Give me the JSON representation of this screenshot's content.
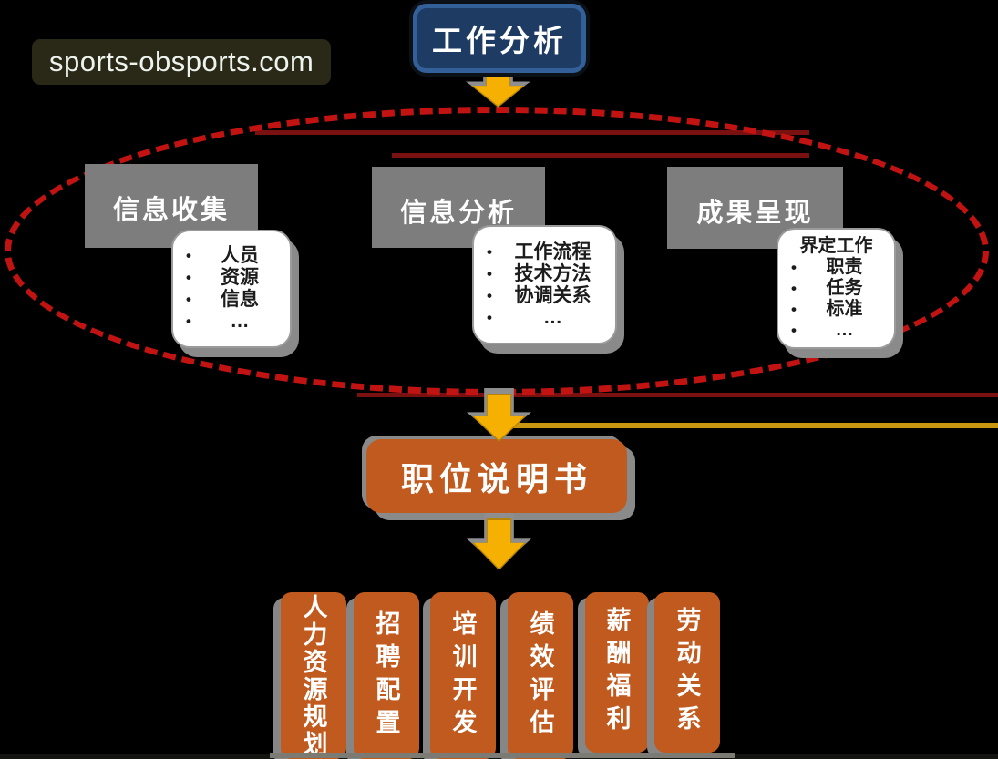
{
  "watermark": {
    "text": "sports-obsports.com"
  },
  "title_box": {
    "label": "工作分析"
  },
  "process_groups": [
    {
      "label": "信息收集",
      "items": [
        "人员",
        "资源",
        "信息",
        "…"
      ]
    },
    {
      "label": "信息分析",
      "items": [
        "工作流程",
        "技术方法",
        "协调关系",
        "…"
      ]
    },
    {
      "label": "成果呈现",
      "header": "界定工作",
      "items": [
        "职责",
        "任务",
        "标准",
        "…"
      ]
    }
  ],
  "output_box": {
    "label": "职位说明书"
  },
  "applications": [
    "人力资源规划",
    "招聘配置",
    "培训开发",
    "绩效评估",
    "薪酬福利",
    "劳动关系"
  ],
  "glyphs": {
    "bullet": "•",
    "down_arrow": "⬇"
  },
  "colors": {
    "background": "#000000",
    "title_blue_fill": "#1d3b63",
    "title_blue_border": "#336099",
    "ellipse_red": "#c21313",
    "sketch_dark_red": "#7a1111",
    "process_gray": "#7d7d7d",
    "card_white": "#ffffff",
    "accent_orange": "#c05a1e",
    "arrow_gold": "#f5b001",
    "gold_line": "#c8950e",
    "shadow_gray": "#8a8a8a"
  }
}
